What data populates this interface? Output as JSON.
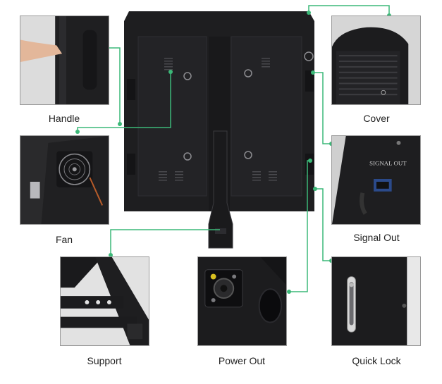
{
  "callouts": {
    "handle": "Handle",
    "cover": "Cover",
    "fan": "Fan",
    "signal_out": "Signal Out",
    "support": "Support",
    "power_out": "Power Out",
    "quick_lock": "Quick Lock"
  },
  "photo_text": {
    "signal_out_label": "SIGNAL OUT"
  },
  "colors": {
    "connector": "#3cb878",
    "cabinet": "#1c1c1e",
    "frame": "#9a9a9a"
  }
}
